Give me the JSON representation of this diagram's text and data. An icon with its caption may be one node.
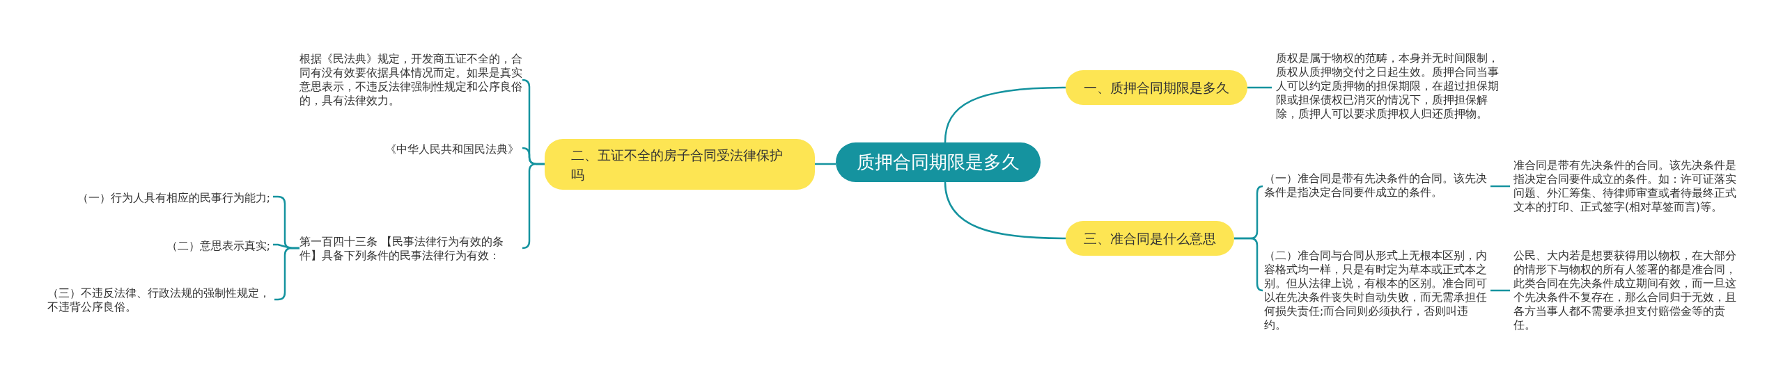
{
  "diagram": {
    "nodes": [
      {
        "text": [
          "质押合同期限是多久"
        ]
      },
      {
        "text": [
          "一、质押合同期限是多久"
        ]
      },
      {
        "text": [
          "质权是属于物权的范畴，本身并无时间限制，质权从质押物交付之日起生效。质押合同当事人可以约定质押物的担保期限，在超过担保期限或担保债权已消灭的情况下，质押担保解除，质押人可以要求质押权人归还质押物。"
        ]
      },
      {
        "text": [
          "三、准合同是什么意思"
        ]
      },
      {
        "text": [
          "（一）准合同是带有先决条件的合同。该先决条件是指决定合同要件成立的条件。"
        ]
      },
      {
        "text": [
          "准合同是带有先决条件的合同。该先决条件是指决定合同要件成立的条件。如：许可证落实问题、外汇筹集、待律师审查或者待最终正式文本的打印、正式签字(相对草签而言)等。"
        ]
      },
      {
        "text": [
          "（二）准合同与合同从形式上无根本区别，内容格式均一样，只是有时定为草本或正式本之别。但从法律上说，有根本的区别。准合同可以在先决条件丧失时自动失败，而无需承担任何损失责任;而合同则必须执行，否则叫违约。"
        ]
      },
      {
        "text": [
          "公民、大内若是想要获得用以物权，在大部分的情形下与物权的所有人签署的都是准合同，此类合同在先决条件成立期间有效，而一旦这个先决条件不复存在，那么合同归于无效，且各方当事人都不需要承担支付赔偿金等的责任。"
        ]
      },
      {
        "text": [
          "二、五证不全的房子合同受法律保护吗"
        ]
      },
      {
        "text": [
          "根据《民法典》规定，开发商五证不全的，合同有没有效要依据具体情况而定。如果是真实意思表示，不违反法律强制性规定和公序良俗的，具有法律效力。"
        ]
      },
      {
        "text": [
          "《中华人民共和国民法典》"
        ]
      },
      {
        "text": [
          "第一百四十三条 【民事法律行为有效的条件】具备下列条件的民事法律行为有效："
        ]
      },
      {
        "text": [
          "（一）行为人具有相应的民事行为能力;"
        ]
      },
      {
        "text": [
          "（二）意思表示真实;"
        ]
      },
      {
        "text": [
          "（三）不违反法律、行政法规的强制性规定，不违背公序良俗。"
        ]
      }
    ],
    "edges": [
      {
        "from": 0,
        "to": 1,
        "arrow": "none"
      },
      {
        "from": 0,
        "to": 3,
        "arrow": "none"
      },
      {
        "from": 0,
        "to": 8,
        "arrow": "none"
      },
      {
        "from": 1,
        "to": 2,
        "arrow": "none"
      },
      {
        "from": 3,
        "to": 4,
        "arrow": "none"
      },
      {
        "from": 3,
        "to": 6,
        "arrow": "none"
      },
      {
        "from": 4,
        "to": 5,
        "arrow": "none"
      },
      {
        "from": 6,
        "to": 7,
        "arrow": "none"
      },
      {
        "from": 8,
        "to": 9,
        "arrow": "none"
      },
      {
        "from": 8,
        "to": 10,
        "arrow": "none"
      },
      {
        "from": 8,
        "to": 11,
        "arrow": "none"
      },
      {
        "from": 11,
        "to": 12,
        "arrow": "none"
      },
      {
        "from": 11,
        "to": 13,
        "arrow": "none"
      },
      {
        "from": 11,
        "to": 14,
        "arrow": "none"
      }
    ]
  }
}
